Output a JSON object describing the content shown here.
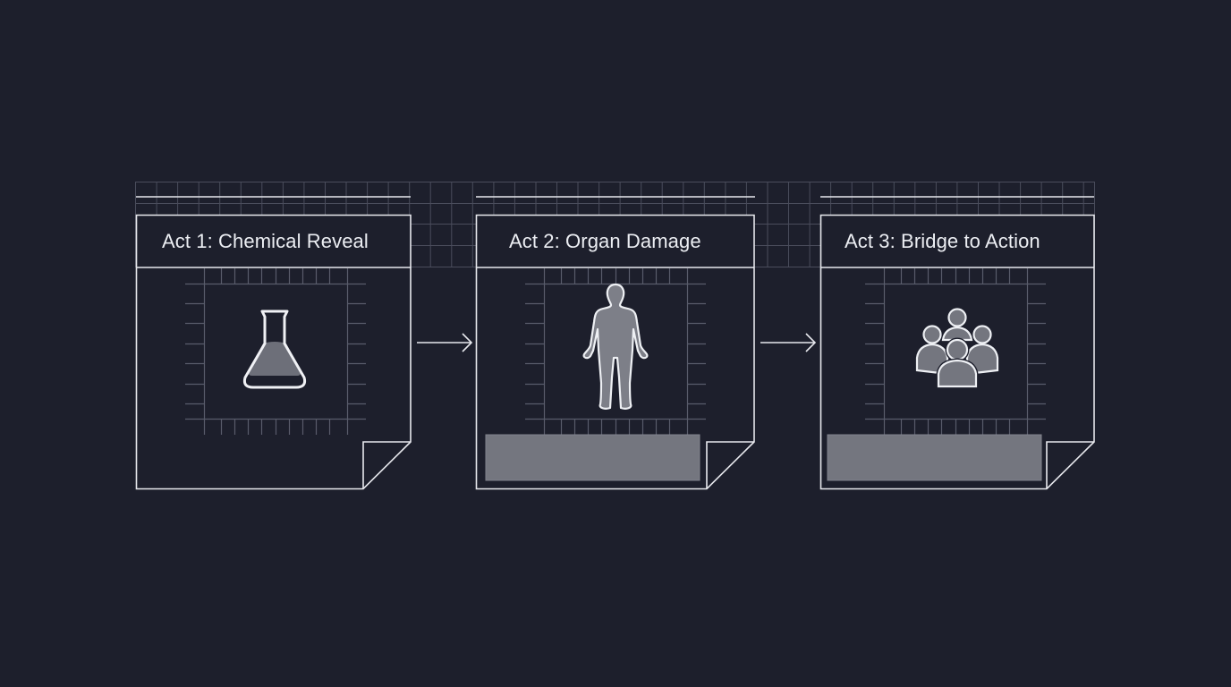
{
  "diagram": {
    "background": "#1d1f2c",
    "line_color": "#e8e9ee",
    "grid_color": "#4a4d5c",
    "fill_gray": "#74767f",
    "acts": [
      {
        "label": "Act 1: Chemical Reveal",
        "icon": "flask-icon",
        "has_bar": false
      },
      {
        "label": "Act 2: Organ Damage",
        "icon": "human-body-icon",
        "has_bar": true
      },
      {
        "label": "Act 3: Bridge to Action",
        "icon": "people-group-icon",
        "has_bar": true
      }
    ],
    "connectors": [
      {
        "from": "Act 1",
        "to": "Act 2",
        "icon": "arrow-right-icon"
      },
      {
        "from": "Act 2",
        "to": "Act 3",
        "icon": "arrow-right-icon"
      }
    ]
  }
}
